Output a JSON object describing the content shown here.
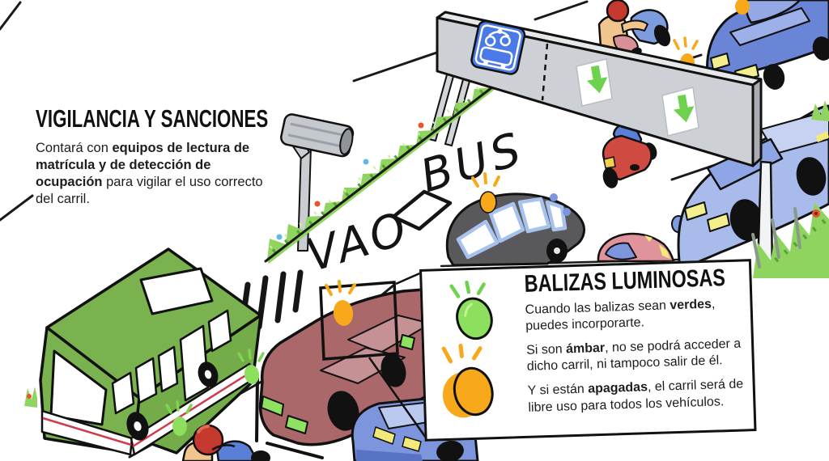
{
  "vigilancia": {
    "title": "VIGILANCIA Y SANCIONES",
    "body_intro": "Contará con ",
    "body_bold": "equipos de lectura de matrícula y de detección de ocupación",
    "body_rest": " para vigilar el uso correcto del carril."
  },
  "road_markings": {
    "bus": "BUS",
    "vao": "VAO"
  },
  "balizas": {
    "title": "BALIZAS LUMINOSAS",
    "rules": [
      {
        "pre": "Cuando las balizas sean ",
        "bold": "verdes",
        "post": ", puedes incorporarte."
      },
      {
        "pre": "Si son ",
        "bold": "ámbar",
        "post": ", no se podrá acceder a dicho carril, ni tampoco salir de él."
      },
      {
        "pre": "Y si están ",
        "bold": "apagadas",
        "post": ", el carril será de libre uso para todos los vehículos."
      }
    ]
  },
  "colors": {
    "beacon_green": "#8ce05e",
    "beacon_amber": "#f7a81b",
    "bus_green": "#7ab24f",
    "car_maroon": "#ab686b",
    "car_blue_dark": "#6b85d6",
    "car_blue_light": "#a9bbea",
    "sign_blue": "#4a79e8",
    "arrow_green": "#6fd24f",
    "gantry_gray": "#cdd1d5",
    "grass_green": "#8fd45e"
  }
}
